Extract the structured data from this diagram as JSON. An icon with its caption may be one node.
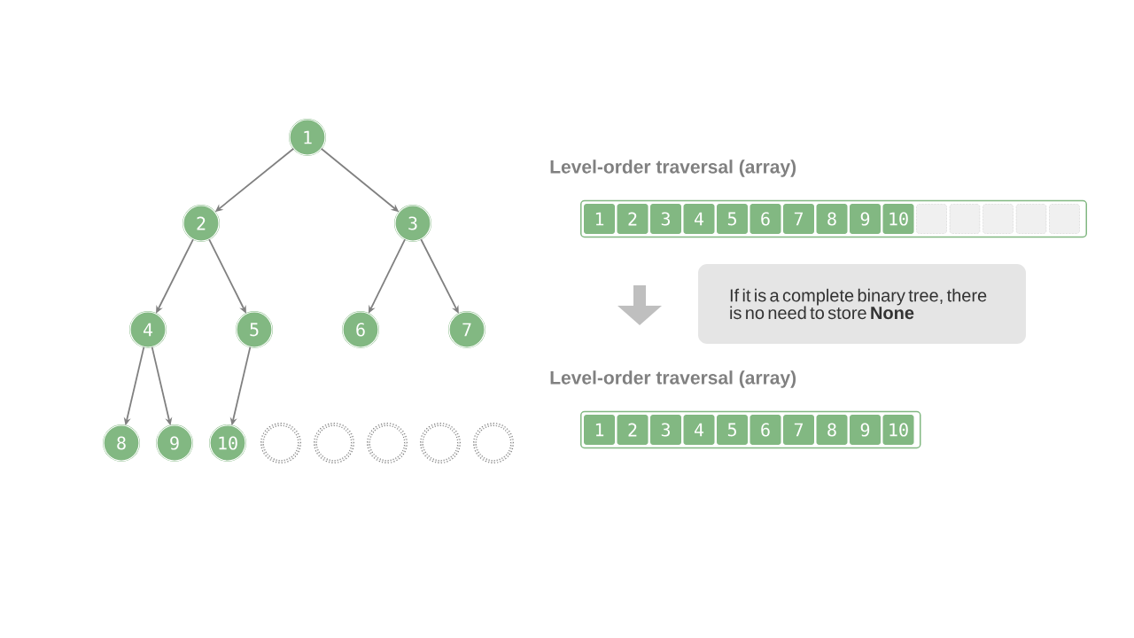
{
  "diagram": {
    "nodes": [
      {
        "text": [
          "1"
        ]
      },
      {
        "text": [
          "2"
        ]
      },
      {
        "text": [
          "3"
        ]
      },
      {
        "text": [
          "4"
        ]
      },
      {
        "text": [
          "5"
        ]
      },
      {
        "text": [
          "6"
        ]
      },
      {
        "text": [
          "7"
        ]
      },
      {
        "text": [
          "8"
        ]
      },
      {
        "text": [
          "9"
        ]
      },
      {
        "text": [
          "10"
        ]
      },
      {
        "text": [],
        "shape": "circle"
      },
      {
        "text": [],
        "shape": "circle"
      },
      {
        "text": [],
        "shape": "circle"
      },
      {
        "text": [],
        "shape": "circle"
      },
      {
        "text": [],
        "shape": "circle"
      },
      {
        "text": [
          "Level-order traversal (array)"
        ]
      },
      {
        "text": [
          "1"
        ],
        "in": 15
      },
      {
        "text": [
          "2"
        ],
        "in": 15
      },
      {
        "text": [
          "3"
        ],
        "in": 15
      },
      {
        "text": [
          "4"
        ],
        "in": 15
      },
      {
        "text": [
          "5"
        ],
        "in": 15
      },
      {
        "text": [
          "6"
        ],
        "in": 15
      },
      {
        "text": [
          "7"
        ],
        "in": 15
      },
      {
        "text": [
          "8"
        ],
        "in": 15
      },
      {
        "text": [
          "9"
        ],
        "in": 15
      },
      {
        "text": [
          "10"
        ],
        "in": 15
      },
      {
        "text": [],
        "shape": "box",
        "in": 15
      },
      {
        "text": [],
        "shape": "box",
        "in": 15
      },
      {
        "text": [],
        "shape": "box",
        "in": 15
      },
      {
        "text": [],
        "shape": "box",
        "in": 15
      },
      {
        "text": [],
        "shape": "box",
        "in": 15
      },
      {
        "text": [
          "Level-order traversal (array)"
        ]
      },
      {
        "text": [
          "1"
        ],
        "in": 31
      },
      {
        "text": [
          "2"
        ],
        "in": 31
      },
      {
        "text": [
          "3"
        ],
        "in": 31
      },
      {
        "text": [
          "4"
        ],
        "in": 31
      },
      {
        "text": [
          "5"
        ],
        "in": 31
      },
      {
        "text": [
          "6"
        ],
        "in": 31
      },
      {
        "text": [
          "7"
        ],
        "in": 31
      },
      {
        "text": [
          "8"
        ],
        "in": 31
      },
      {
        "text": [
          "9"
        ],
        "in": 31
      },
      {
        "text": [
          "10"
        ],
        "in": 31
      },
      {
        "text": [
          "If it is a complete binary tree, there is no need to store **None**"
        ]
      }
    ],
    "edges": [
      {
        "from": 0,
        "to": 1,
        "arrow": "to"
      },
      {
        "from": 0,
        "to": 2,
        "arrow": "to"
      },
      {
        "from": 1,
        "to": 3,
        "arrow": "to"
      },
      {
        "from": 1,
        "to": 4,
        "arrow": "to"
      },
      {
        "from": 2,
        "to": 5,
        "arrow": "to"
      },
      {
        "from": 2,
        "to": 6,
        "arrow": "to"
      },
      {
        "from": 3,
        "to": 7,
        "arrow": "to"
      },
      {
        "from": 3,
        "to": 8,
        "arrow": "to"
      },
      {
        "from": 4,
        "to": 9,
        "arrow": "to"
      }
    ]
  }
}
